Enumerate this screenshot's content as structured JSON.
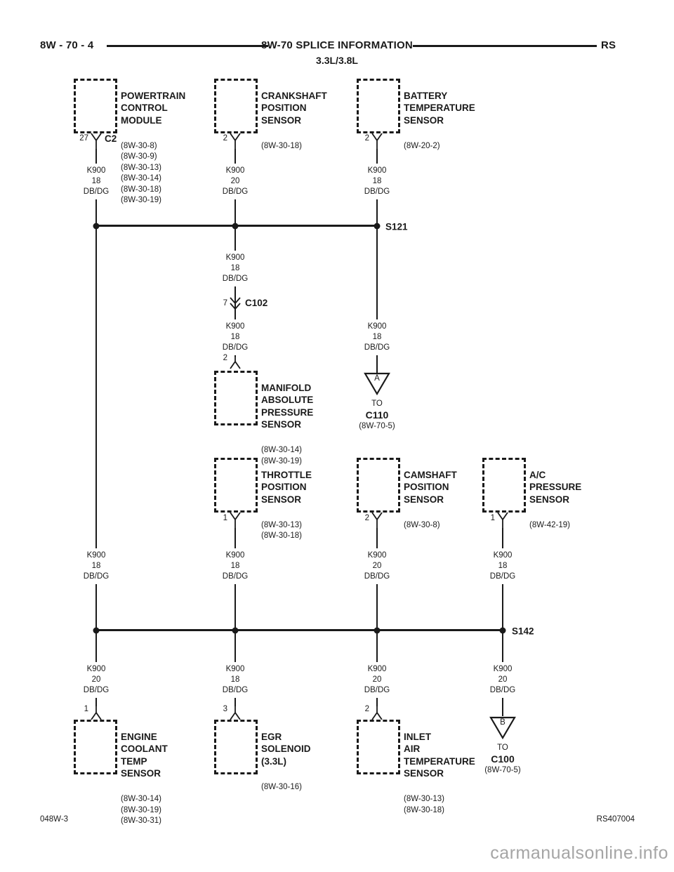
{
  "header": {
    "page_ref": "8W - 70 - 4",
    "title": "8W-70 SPLICE INFORMATION",
    "section_code": "RS",
    "engine_variant": "3.3L/3.8L"
  },
  "components": {
    "pcm": {
      "name": "POWERTRAIN\nCONTROL\nMODULE",
      "refs": "(8W-30-8)\n(8W-30-9)\n(8W-30-13)\n(8W-30-14)\n(8W-30-18)\n(8W-30-19)",
      "pin": "27",
      "connector": "C2"
    },
    "crankshaft": {
      "name": "CRANKSHAFT\nPOSITION\nSENSOR",
      "refs": "(8W-30-18)",
      "pin": "2"
    },
    "battery_temp": {
      "name": "BATTERY\nTEMPERATURE\nSENSOR",
      "refs": "(8W-20-2)",
      "pin": "2"
    },
    "map": {
      "name": "MANIFOLD\nABSOLUTE\nPRESSURE\nSENSOR",
      "refs": "(8W-30-14)\n(8W-30-19)",
      "pin": "2"
    },
    "tps": {
      "name": "THROTTLE\nPOSITION\nSENSOR",
      "refs": "(8W-30-13)\n(8W-30-18)",
      "pin": "1"
    },
    "camshaft": {
      "name": "CAMSHAFT\nPOSITION\nSENSOR",
      "refs": "(8W-30-8)",
      "pin": "2"
    },
    "ac_pressure": {
      "name": "A/C\nPRESSURE\nSENSOR",
      "refs": "(8W-42-19)",
      "pin": "1"
    },
    "ect": {
      "name": "ENGINE\nCOOLANT\nTEMP\nSENSOR",
      "refs": "(8W-30-14)\n(8W-30-19)\n(8W-30-31)",
      "pin": "1"
    },
    "egr": {
      "name": "EGR\nSOLENOID\n(3.3L)",
      "refs": "(8W-30-16)",
      "pin": "3"
    },
    "iat": {
      "name": "INLET\nAIR\nTEMPERATURE\nSENSOR",
      "refs": "(8W-30-13)\n(8W-30-18)",
      "pin": "2"
    }
  },
  "splices": {
    "s121": "S121",
    "s142": "S142"
  },
  "inline_connectors": {
    "c102": {
      "pin": "7",
      "name": "C102"
    }
  },
  "off_page": {
    "c110": {
      "letter": "A",
      "to": "TO",
      "name": "C110",
      "ref": "(8W-70-5)"
    },
    "c100": {
      "letter": "B",
      "to": "TO",
      "name": "C100",
      "ref": "(8W-70-5)"
    }
  },
  "wires": {
    "pcm_out": "K900\n18\nDB/DG",
    "crankshaft_out": "K900\n20\nDB/DG",
    "battery_temp_out": "K900\n18\nDB/DG",
    "s121_to_c102": "K900\n18\nDB/DG",
    "c102_to_map": "K900\n18\nDB/DG",
    "s121_to_c110": "K900\n18\nDB/DG",
    "col1_to_s142": "K900\n18\nDB/DG",
    "tps_to_s142": "K900\n18\nDB/DG",
    "camshaft_to_s142": "K900\n20\nDB/DG",
    "ac_to_s142": "K900\n18\nDB/DG",
    "s142_to_ect": "K900\n20\nDB/DG",
    "s142_to_egr": "K900\n18\nDB/DG",
    "s142_to_iat": "K900\n20\nDB/DG",
    "s142_to_c100": "K900\n20\nDB/DG"
  },
  "footer": {
    "left": "048W-3",
    "right": "RS407004",
    "watermark": "carmanualsonline.info"
  },
  "colors": {
    "ink": "#1a1a1a",
    "watermark": "#a5a5a5"
  }
}
